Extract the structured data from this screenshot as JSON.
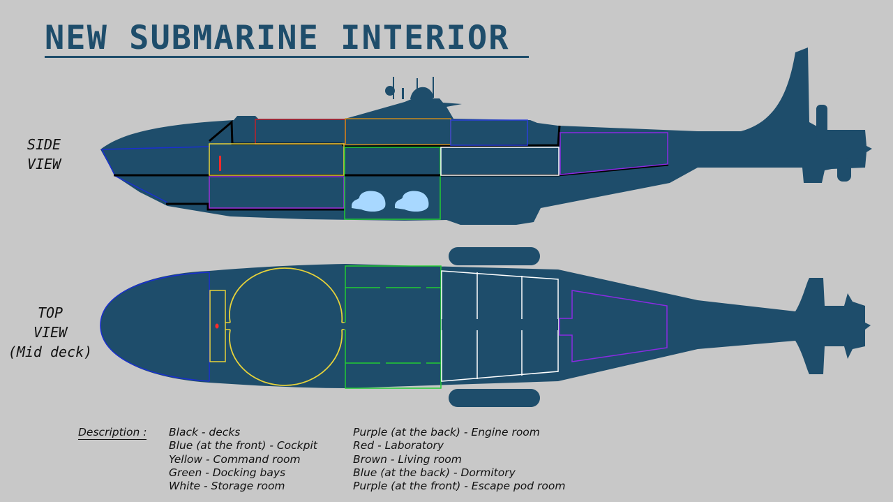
{
  "title": "NEW SUBMARINE INTERIOR",
  "views": {
    "side": {
      "line1": "SIDE",
      "line2": "VIEW"
    },
    "top": {
      "line1": "TOP",
      "line2": "VIEW",
      "line3": "(Mid deck)"
    }
  },
  "description": {
    "heading": "Description :",
    "left": [
      "Black - decks",
      "Blue (at the front) - Cockpit",
      "Yellow - Command room",
      "Green - Docking bays",
      "White - Storage room"
    ],
    "right": [
      "Purple (at the back) - Engine room",
      "Red - Laboratory",
      "Brown - Living room",
      "Blue (at  the back) - Dormitory",
      "Purple (at the front) - Escape pod room"
    ]
  },
  "colors": {
    "background": "#c8c8c8",
    "hull": "#1e4d6b",
    "decks": "#000000",
    "cockpit": "#1a2fd0",
    "command_room": "#e6d23a",
    "docking_bays": "#22cc33",
    "storage_room": "#ffffff",
    "engine_room": "#8a2be2",
    "laboratory": "#c0202a",
    "living_room": "#c88a1e",
    "dormitory": "#2a3fd8",
    "escape_pod_room": "#9b30d8",
    "pods": "#a8d8ff",
    "crew_marker": "#ff2a2a"
  },
  "icons": [
    "person-marker-icon",
    "escape-pod-icon"
  ]
}
